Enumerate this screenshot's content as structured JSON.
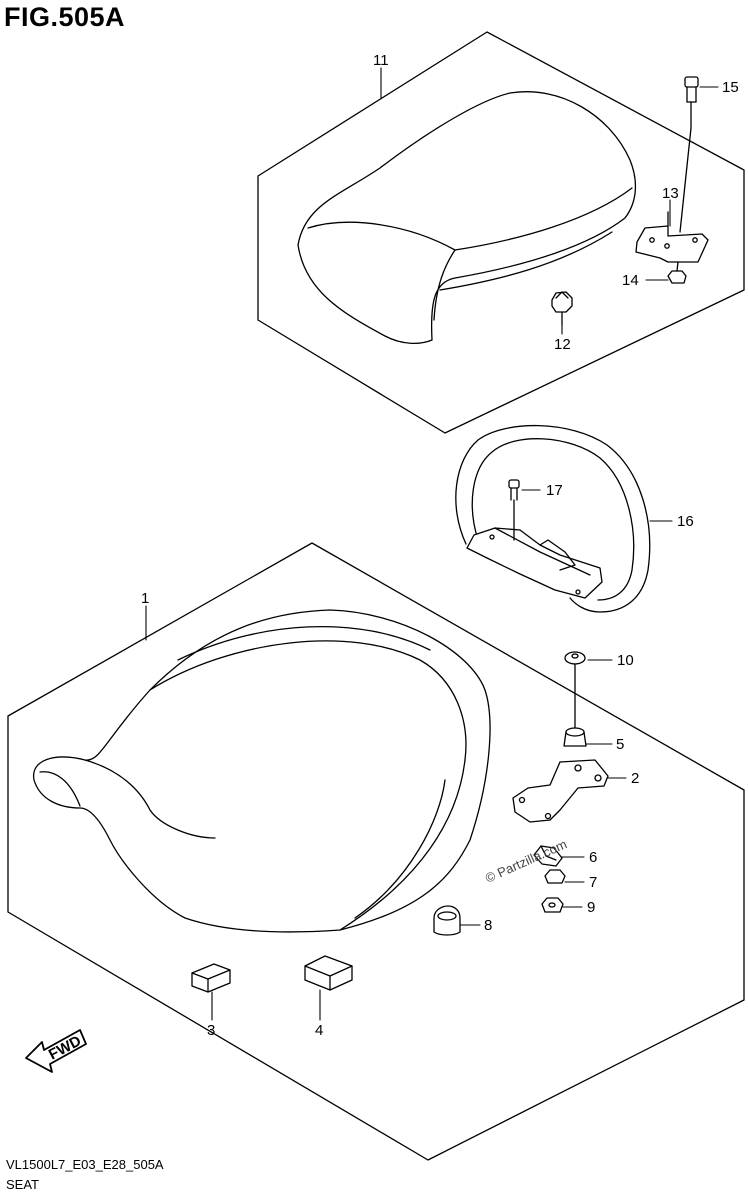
{
  "figure": {
    "title": "FIG.505A"
  },
  "callouts": [
    "1",
    "2",
    "3",
    "4",
    "5",
    "6",
    "7",
    "8",
    "9",
    "10",
    "11",
    "12",
    "13",
    "14",
    "15",
    "16",
    "17"
  ],
  "direction_marker": {
    "label": "FWD"
  },
  "watermark": "© Partzilla.com",
  "footer": {
    "code": "VL1500L7_E03_E28_505A",
    "name": "SEAT"
  }
}
